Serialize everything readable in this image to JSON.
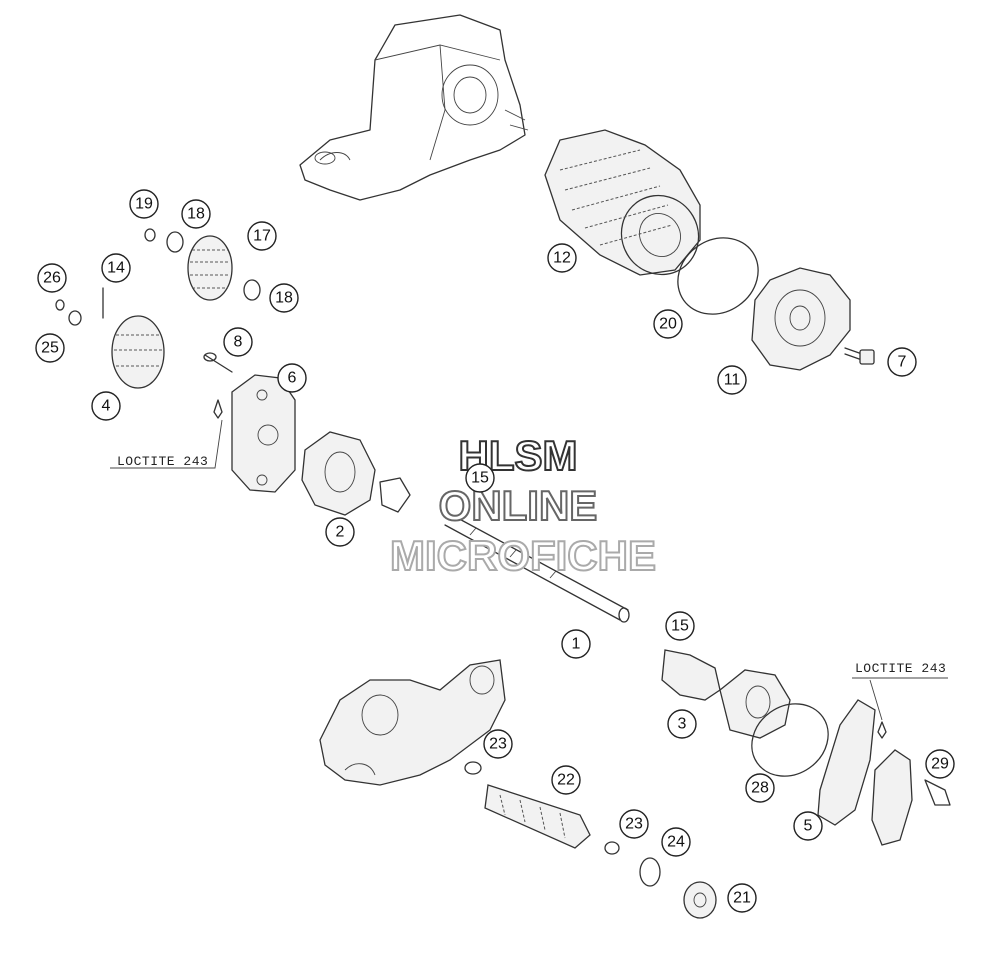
{
  "callouts": [
    {
      "label": "19"
    },
    {
      "label": "18"
    },
    {
      "label": "17"
    },
    {
      "label": "14"
    },
    {
      "label": "26"
    },
    {
      "label": "18"
    },
    {
      "label": "25"
    },
    {
      "label": "8"
    },
    {
      "label": "6"
    },
    {
      "label": "4"
    },
    {
      "label": "12"
    },
    {
      "label": "20"
    },
    {
      "label": "11"
    },
    {
      "label": "7"
    },
    {
      "label": "15"
    },
    {
      "label": "2"
    },
    {
      "label": "1"
    },
    {
      "label": "15"
    },
    {
      "label": "3"
    },
    {
      "label": "23"
    },
    {
      "label": "22"
    },
    {
      "label": "28"
    },
    {
      "label": "5"
    },
    {
      "label": "29"
    },
    {
      "label": "23"
    },
    {
      "label": "24"
    },
    {
      "label": "21"
    }
  ],
  "notes": {
    "loctite_left": "LOCTITE 243",
    "loctite_right": "LOCTITE 243"
  },
  "watermark": {
    "line1": "HLSM",
    "line2": "ONLINE",
    "line3": "MICROFICHE"
  }
}
